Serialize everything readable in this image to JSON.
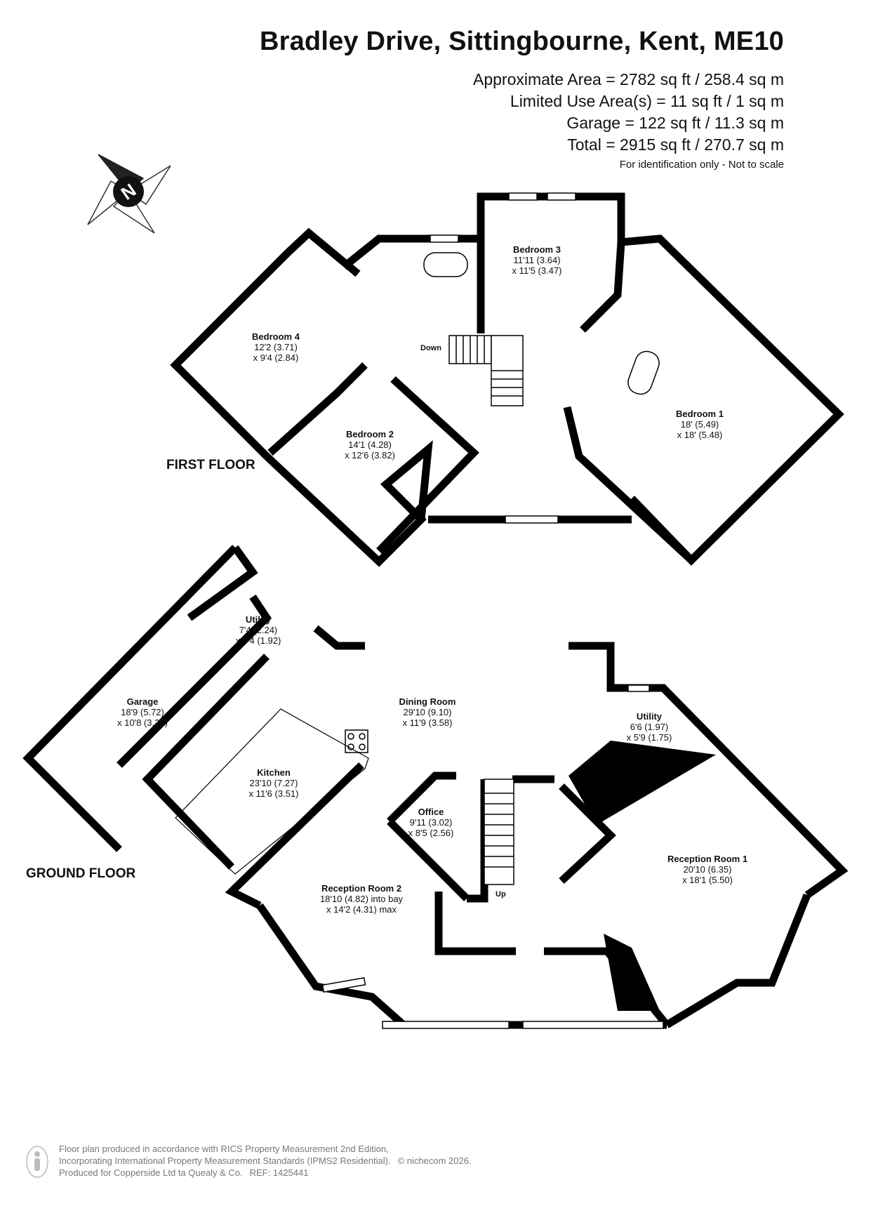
{
  "header": {
    "title": "Bradley Drive, Sittingbourne, Kent, ME10",
    "areas": [
      "Approximate Area = 2782 sq ft / 258.4 sq m",
      "Limited Use Area(s) = 11 sq ft / 1 sq m",
      "Garage = 122 sq ft / 11.3 sq m",
      "Total = 2915 sq ft / 270.7 sq m"
    ],
    "note": "For identification only - Not to scale"
  },
  "compass": {
    "letter": "N",
    "icon": "north-compass-icon"
  },
  "floors": {
    "first": {
      "label": "FIRST FLOOR",
      "stairs_label": "Down",
      "rooms": [
        {
          "name": "Bedroom 3",
          "dims": [
            "11'11 (3.64)",
            "x 11'5 (3.47)"
          ]
        },
        {
          "name": "Bedroom 4",
          "dims": [
            "12'2 (3.71)",
            "x 9'4 (2.84)"
          ]
        },
        {
          "name": "Bedroom 2",
          "dims": [
            "14'1 (4.28)",
            "x 12'6 (3.82)"
          ]
        },
        {
          "name": "Bedroom 1",
          "dims": [
            "18' (5.49)",
            "x 18' (5.48)"
          ]
        }
      ]
    },
    "ground": {
      "label": "GROUND FLOOR",
      "stairs_label": "Up",
      "rooms": [
        {
          "name": "Utility",
          "dims": [
            "7'4 (2.24)",
            "x 6'4 (1.92)"
          ]
        },
        {
          "name": "Garage",
          "dims": [
            "18'9 (5.72)",
            "x 10'8 (3.25)"
          ]
        },
        {
          "name": "Dining Room",
          "dims": [
            "29'10 (9.10)",
            "x 11'9 (3.58)"
          ]
        },
        {
          "name": "Utility",
          "dims": [
            "6'6 (1.97)",
            "x 5'9 (1.75)"
          ]
        },
        {
          "name": "Kitchen",
          "dims": [
            "23'10 (7.27)",
            "x 11'6 (3.51)"
          ]
        },
        {
          "name": "Office",
          "dims": [
            "9'11 (3.02)",
            "x 8'5 (2.56)"
          ]
        },
        {
          "name": "Reception Room 1",
          "dims": [
            "20'10 (6.35)",
            "x 18'1 (5.50)"
          ]
        },
        {
          "name": "Reception Room 2",
          "dims": [
            "18'10 (4.82) into bay",
            "x 14'2 (4.31) max"
          ]
        }
      ]
    }
  },
  "footer": {
    "line1": "Floor plan produced in accordance with RICS Property Measurement 2nd Edition,",
    "line2": "Incorporating International Property Measurement Standards (IPMS2 Residential).",
    "copyright": "© nichecom 2026.",
    "line3": "Produced for Copperside Ltd ta Quealy & Co.",
    "ref": "REF: 1425441",
    "icon": "person-icon"
  }
}
